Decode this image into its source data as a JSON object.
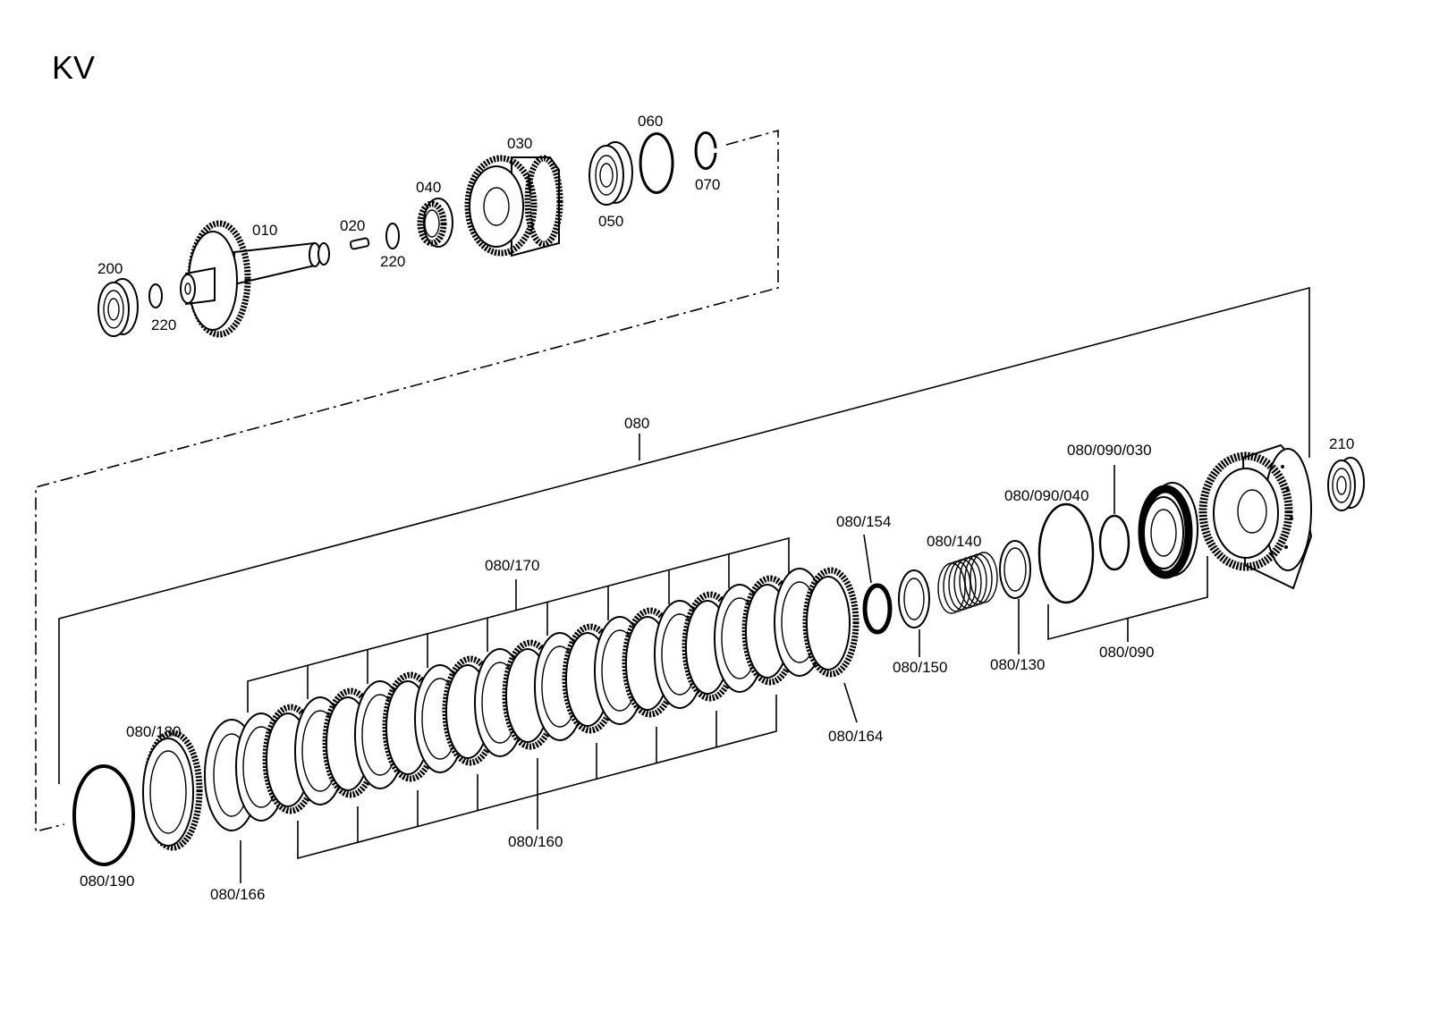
{
  "title": "KV",
  "labels": {
    "p010": "010",
    "p020": "020",
    "p030": "030",
    "p040": "040",
    "p050": "050",
    "p060": "060",
    "p070": "070",
    "p200": "200",
    "p210": "210",
    "p220a": "220",
    "p220b": "220",
    "p080": "080",
    "p080_090": "080/090",
    "p080_090_030": "080/090/030",
    "p080_090_040": "080/090/040",
    "p080_130": "080/130",
    "p080_140": "080/140",
    "p080_150": "080/150",
    "p080_154": "080/154",
    "p080_160": "080/160",
    "p080_164": "080/164",
    "p080_166": "080/166",
    "p080_170": "080/170",
    "p080_180": "080/180",
    "p080_190": "080/190"
  }
}
